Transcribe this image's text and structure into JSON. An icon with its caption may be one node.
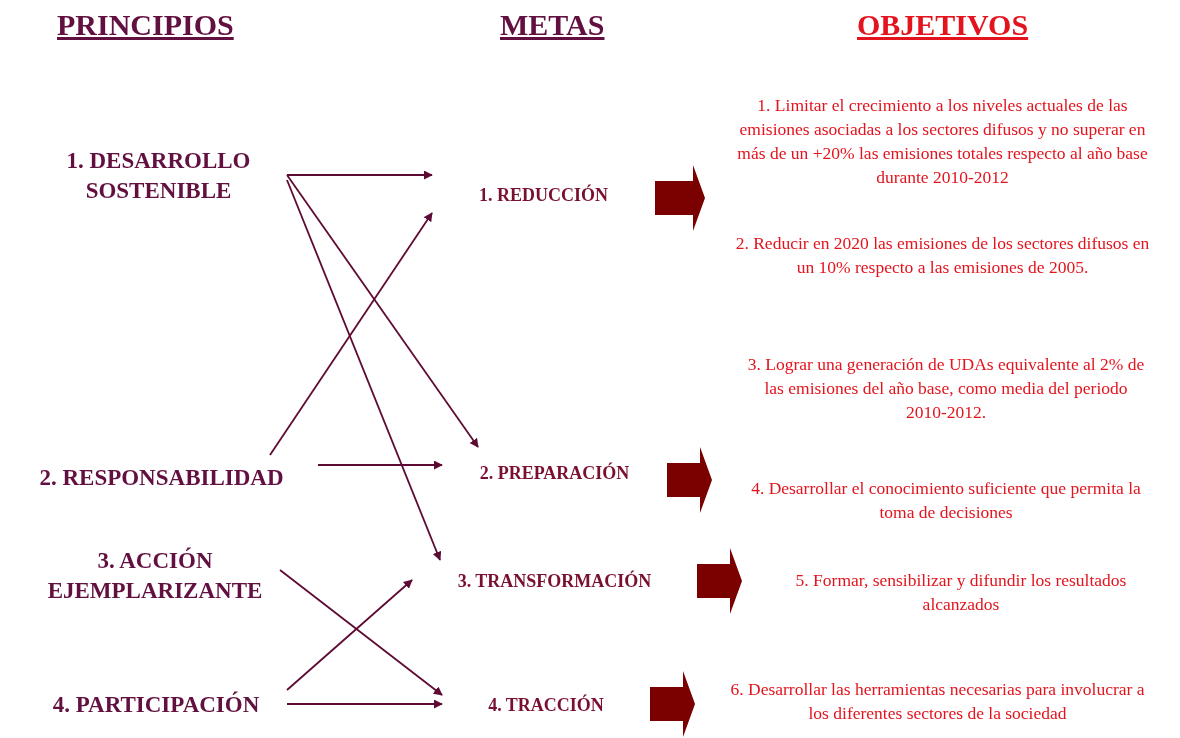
{
  "diagram": {
    "nodes": [
      {
        "text": [
          "1. DESARROLLO SOSTENIBLE"
        ]
      },
      {
        "text": [
          "2. RESPONSABILIDAD"
        ]
      },
      {
        "text": [
          "3. ACCIÓN EJEMPLARIZANTE"
        ]
      },
      {
        "text": [
          "4. PARTICIPACIÓN"
        ]
      },
      {
        "text": [
          "1. REDUCCIÓN"
        ]
      },
      {
        "text": [
          "2. PREPARACIÓN"
        ]
      },
      {
        "text": [
          "3. TRANSFORMACIÓN"
        ]
      },
      {
        "text": [
          "4. TRACCIÓN"
        ]
      },
      {
        "text": [
          "1. Limitar el crecimiento a los niveles actuales de las emisiones asociadas a los sectores difusos y no superar en más de un +20% las emisiones totales respecto al año base durante 2010-2012"
        ]
      },
      {
        "text": [
          "2. Reducir en 2020 las emisiones de los sectores difusos en un 10% respecto a las emisiones de 2005."
        ]
      },
      {
        "text": [
          "3. Lograr una generación de UDAs equivalente al 2% de las emisiones del año base, como media del periodo 2010-2012."
        ]
      },
      {
        "text": [
          "4. Desarrollar el conocimiento suficiente que permita la toma de decisiones"
        ]
      },
      {
        "text": [
          "5. Formar, sensibilizar y difundir los resultados alcanzados"
        ]
      },
      {
        "text": [
          "6. Desarrollar las herramientas necesarias para involucrar a los diferentes sectores de la sociedad"
        ]
      }
    ],
    "edges": [
      {
        "from": 0,
        "to": 4,
        "arrow": "to"
      },
      {
        "from": 0,
        "to": 5,
        "arrow": "to"
      },
      {
        "from": 0,
        "to": 6,
        "arrow": "to"
      },
      {
        "from": 1,
        "to": 4,
        "arrow": "to"
      },
      {
        "from": 1,
        "to": 5,
        "arrow": "to"
      },
      {
        "from": 2,
        "to": 7,
        "arrow": "to"
      },
      {
        "from": 3,
        "to": 6,
        "arrow": "to"
      },
      {
        "from": 3,
        "to": 7,
        "arrow": "to"
      },
      {
        "from": 4,
        "to": 8,
        "arrow": "to",
        "style": "thick",
        "color": "#7b0000"
      },
      {
        "from": 4,
        "to": 9,
        "arrow": "to",
        "style": "thick",
        "color": "#7b0000"
      },
      {
        "from": 5,
        "to": 10,
        "arrow": "to",
        "style": "thick",
        "color": "#7b0000"
      },
      {
        "from": 5,
        "to": 11,
        "arrow": "to",
        "style": "thick",
        "color": "#7b0000"
      },
      {
        "from": 6,
        "to": 12,
        "arrow": "to",
        "style": "thick",
        "color": "#7b0000"
      },
      {
        "from": 7,
        "to": 13,
        "arrow": "to",
        "style": "thick",
        "color": "#7b0000"
      }
    ],
    "labels": [
      "PRINCIPIOS",
      "METAS",
      "OBJETIVOS"
    ]
  }
}
